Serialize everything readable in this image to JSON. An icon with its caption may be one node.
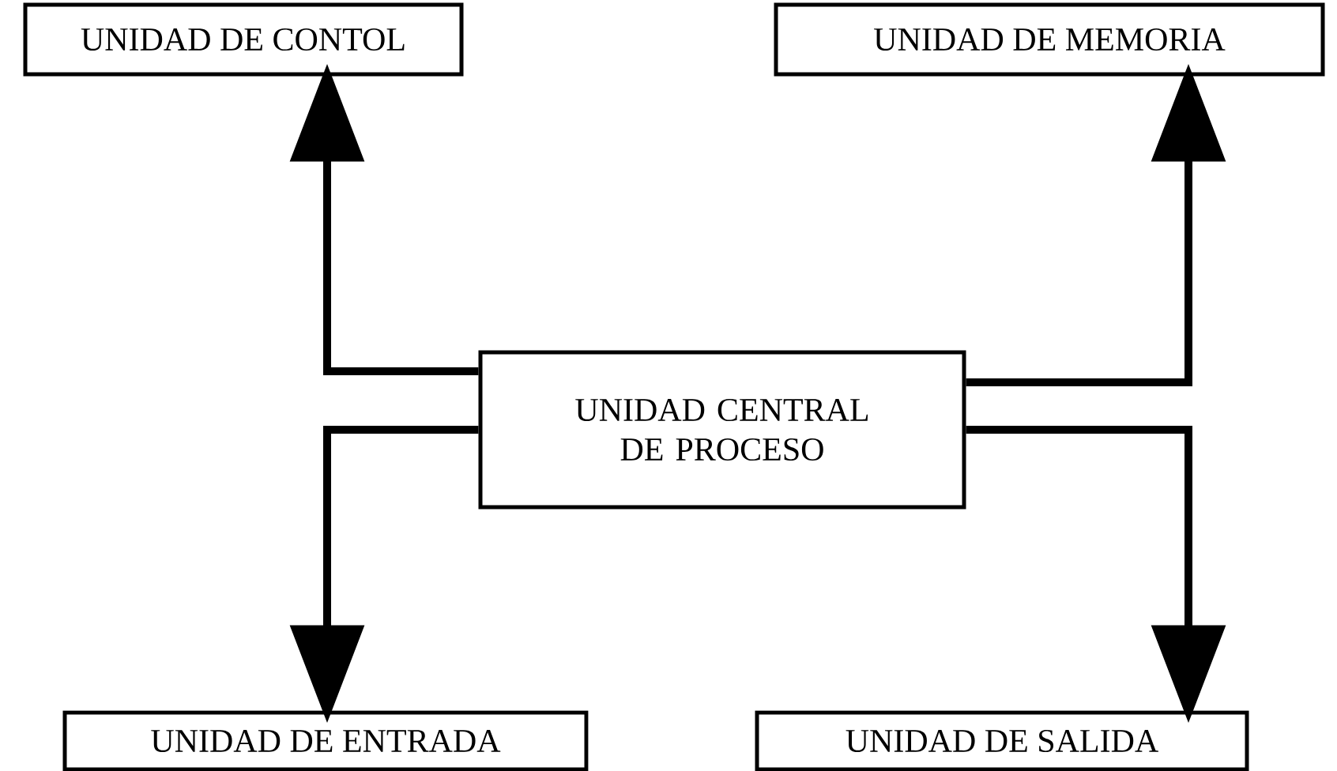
{
  "diagram": {
    "nodes": [
      {
        "text": [
          "UNIDAD DE CONTOL"
        ]
      },
      {
        "text": [
          "UNIDAD DE MEMORIA"
        ]
      },
      {
        "text": [
          "UNIDAD CENTRAL DE PROCESO"
        ]
      },
      {
        "text": [
          "UNIDAD DE ENTRADA"
        ]
      },
      {
        "text": [
          "UNIDAD DE SALIDA"
        ]
      }
    ],
    "edges": [
      {
        "from": 2,
        "to": 0,
        "arrow": "to"
      },
      {
        "from": 2,
        "to": 1,
        "arrow": "to"
      },
      {
        "from": 2,
        "to": 3,
        "arrow": "to"
      },
      {
        "from": 2,
        "to": 4,
        "arrow": "to"
      }
    ]
  }
}
